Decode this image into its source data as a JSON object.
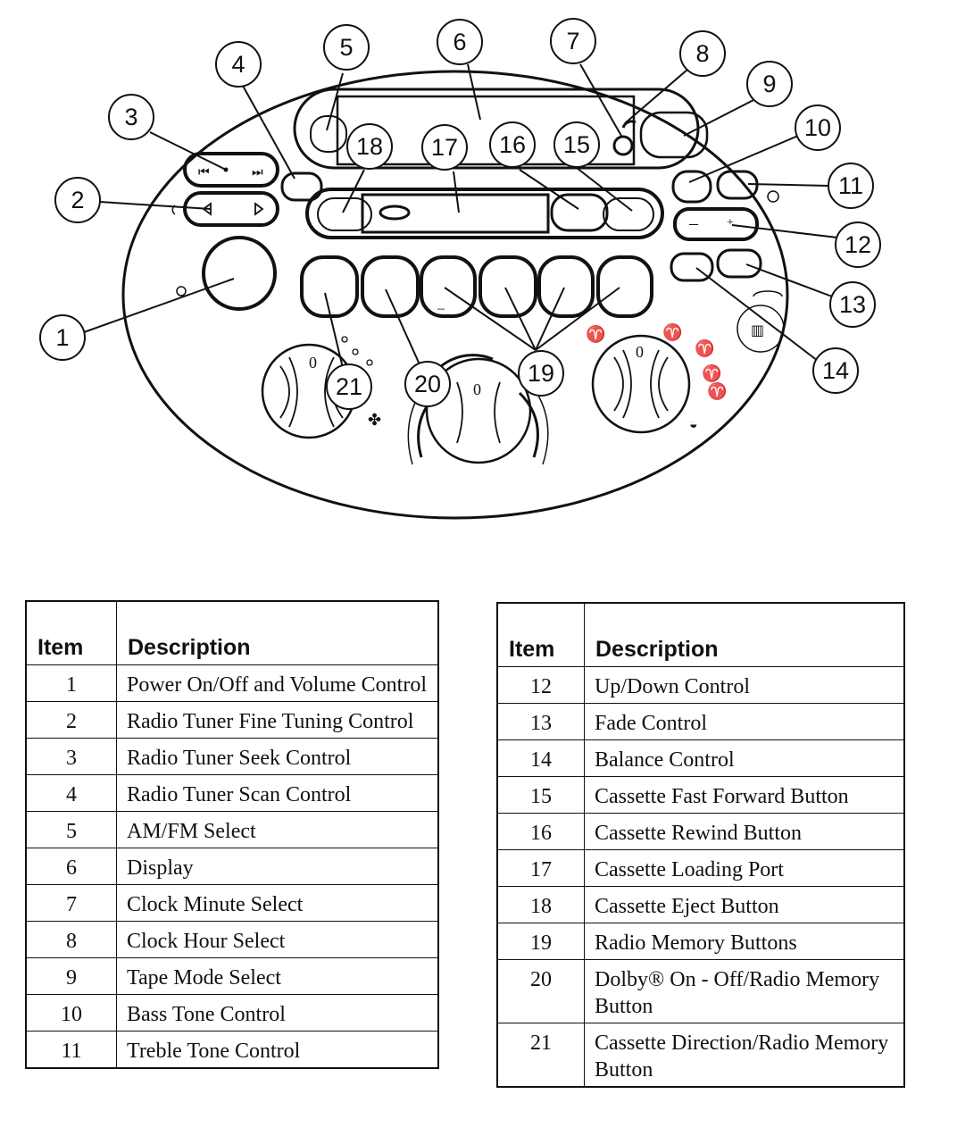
{
  "table_headers": {
    "item": "Item",
    "description": "Description"
  },
  "left_table": [
    {
      "item": "1",
      "description": "Power On/Off and Volume Control"
    },
    {
      "item": "2",
      "description": "Radio Tuner Fine Tuning Control"
    },
    {
      "item": "3",
      "description": "Radio Tuner Seek Control"
    },
    {
      "item": "4",
      "description": "Radio Tuner Scan Control"
    },
    {
      "item": "5",
      "description": "AM/FM Select"
    },
    {
      "item": "6",
      "description": "Display"
    },
    {
      "item": "7",
      "description": "Clock Minute Select"
    },
    {
      "item": "8",
      "description": "Clock Hour Select"
    },
    {
      "item": "9",
      "description": "Tape Mode Select"
    },
    {
      "item": "10",
      "description": "Bass Tone Control"
    },
    {
      "item": "11",
      "description": "Treble Tone Control"
    }
  ],
  "right_table": [
    {
      "item": "12",
      "description": "Up/Down Control"
    },
    {
      "item": "13",
      "description": "Fade Control"
    },
    {
      "item": "14",
      "description": "Balance Control"
    },
    {
      "item": "15",
      "description": "Cassette Fast Forward Button"
    },
    {
      "item": "16",
      "description": "Cassette Rewind Button"
    },
    {
      "item": "17",
      "description": "Cassette Loading Port"
    },
    {
      "item": "18",
      "description": "Cassette Eject Button"
    },
    {
      "item": "19",
      "description": "Radio Memory Buttons"
    },
    {
      "item": "20",
      "description": "Dolby® On - Off/Radio Memory Button"
    },
    {
      "item": "21",
      "description": "Cassette Direction/Radio Memory Button"
    }
  ],
  "callouts": [
    "1",
    "2",
    "3",
    "4",
    "5",
    "6",
    "7",
    "8",
    "9",
    "10",
    "11",
    "12",
    "13",
    "14",
    "15",
    "16",
    "17",
    "18",
    "19",
    "20",
    "21"
  ],
  "knob_marks": {
    "left_knob": "0",
    "center_knob": "0",
    "right_knob": "0",
    "minus": "–"
  }
}
